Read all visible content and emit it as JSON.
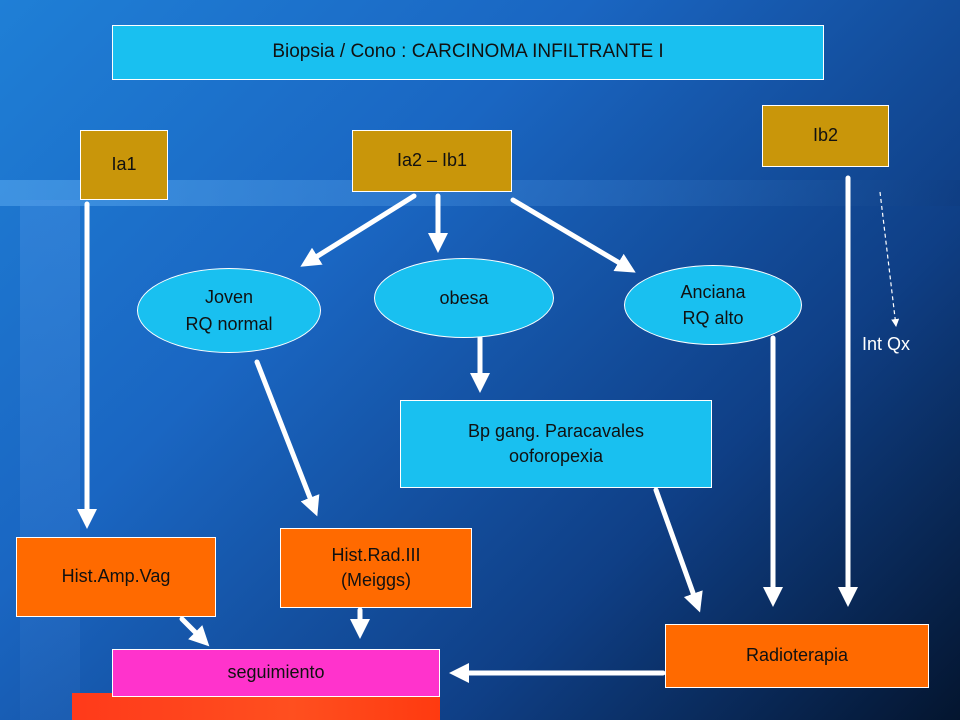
{
  "title": "Biopsia / Cono  : CARCINOMA INFILTRANTE  I",
  "stages": {
    "ia1": "Ia1",
    "ia2_ib1": "Ia2 – Ib1",
    "ib2": "Ib2"
  },
  "patients": {
    "joven": "Joven\nRQ normal",
    "obesa": "obesa",
    "anciana": "Anciana\nRQ alto"
  },
  "procedures": {
    "bp_gang": "Bp gang. Paracavales\nooforopexia",
    "hist_amp_vag": "Hist.Amp.Vag",
    "hist_rad": "Hist.Rad.III\n(Meiggs)",
    "radioterapia": "Radioterapia",
    "seguimiento": "seguimiento"
  },
  "annotations": {
    "int_qx": "Int Qx"
  },
  "colors": {
    "title_box": "#19c0f0",
    "stage_box": "#c9960a",
    "patient_oval": "#19c0f0",
    "procedure_box": "#ff6a00",
    "followup_box": "#ff33cc",
    "arrow": "#ffffff"
  }
}
